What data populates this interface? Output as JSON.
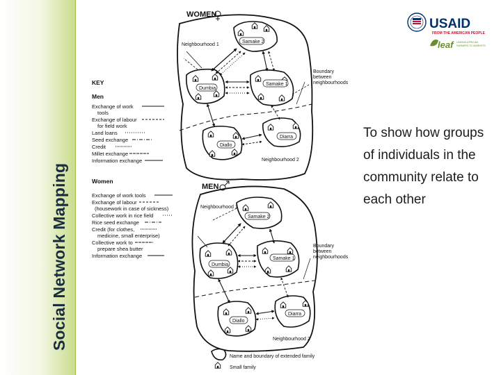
{
  "slide": {
    "side_title": "Social Network Mapping",
    "description": "To show how groups of individuals in the community relate to each other"
  },
  "logo": {
    "name": "USAID",
    "tagline": "FROM THE AMERICAN PEOPLE",
    "partner": "leaf",
    "partner_tagline_1": "LINKING AFRICAN",
    "partner_tagline_2": "FARMERS TO MARKETS",
    "accent_color": "#c8102e",
    "brand_color": "#002f6c",
    "partner_color": "#6a8f2a"
  },
  "diagram": {
    "women_title": "WOMEN",
    "men_title": "MEN",
    "key": {
      "title": "KEY",
      "men_heading": "Men",
      "men_items": [
        "Exchange of work",
        "tools",
        "Exchange of labour",
        "for field work",
        "Land loans",
        "Seed exchange",
        "Credit",
        "Millet exchange",
        "Information exchange"
      ],
      "women_heading": "Women",
      "women_items": [
        "Exchange of work tools",
        "Exchange of labour",
        "(housework in case of sickness)",
        "Collective work in rice field",
        "Rice seed exchange",
        "Credit (for clothes,",
        "medicine, small enterprise)",
        "Collective work to",
        "prepare shea butter",
        "Information exchange"
      ]
    },
    "labels": {
      "neighbourhood_1": "Neighbourhood 1",
      "neighbourhood_2": "Neighbourhood 2",
      "boundary_1": "Boundary",
      "boundary_2": "between",
      "boundary_3": "neighbourhoods",
      "samake_2": "Samake 2",
      "samake_1": "Samake 1",
      "dumbia": "Dumbia",
      "diarra": "Diarra",
      "diallo": "Diallo"
    },
    "legend": {
      "family_boundary": "Name and boundary of extended family",
      "small_family": "Small family"
    }
  }
}
